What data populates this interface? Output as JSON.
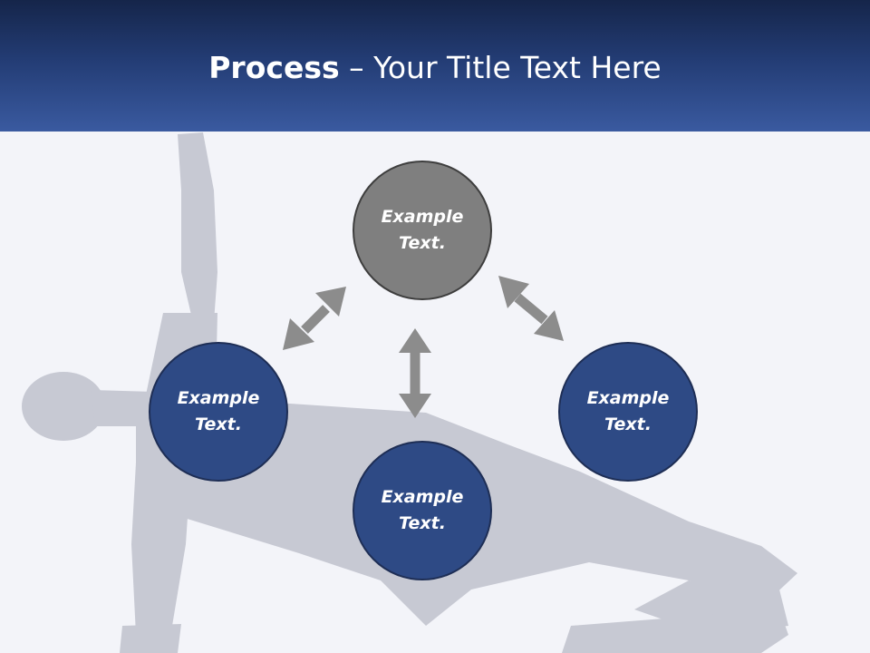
{
  "slide": {
    "title_bold": "Process",
    "title_rest": " – Your Title Text Here"
  },
  "nodes": {
    "top": "Example Text.",
    "left": "Example Text.",
    "right": "Example Text.",
    "bottom": "Example Text."
  },
  "colors": {
    "header_dark": "#15254a",
    "header_light": "#3a5aa0",
    "node_blue": "#2e4a85",
    "node_gray": "#7f7f7f",
    "arrow": "#8c8c8c",
    "silhouette": "#c7c9d3"
  }
}
